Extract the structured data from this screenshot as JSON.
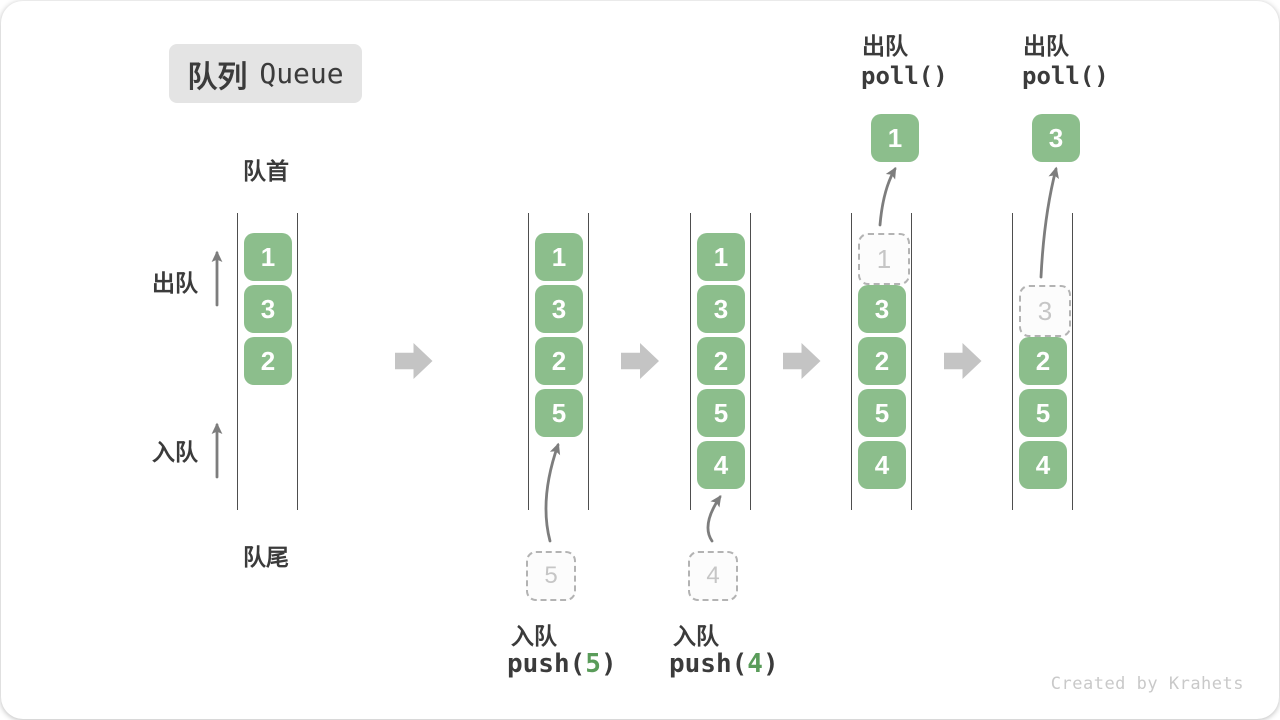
{
  "title": {
    "zh": "队列",
    "en": "Queue"
  },
  "side_labels": {
    "front": "队首",
    "rear": "队尾",
    "dequeue": "出队",
    "enqueue": "入队"
  },
  "watermark": "Created by Krahets",
  "colors": {
    "item_green": "#8cbe8c",
    "code_num_green": "#5a9c5a",
    "text_dark": "#3b3b3b",
    "line_dark": "#4e4e4e",
    "arrow_gray": "#7d7d7d",
    "block_arrow_gray": "#c4c4c4",
    "dashed_border": "#b3b3b3",
    "dashed_text": "#c6c6c6",
    "badge_bg": "#e4e4e4",
    "watermark_gray": "#c9c9c9"
  },
  "states": [
    {
      "id": "state-initial",
      "cells": [
        {
          "row": 0,
          "value": "1",
          "style": "solid"
        },
        {
          "row": 1,
          "value": "3",
          "style": "solid"
        },
        {
          "row": 2,
          "value": "2",
          "style": "solid"
        }
      ]
    },
    {
      "id": "state-after-push-5",
      "cells": [
        {
          "row": 0,
          "value": "1",
          "style": "solid"
        },
        {
          "row": 1,
          "value": "3",
          "style": "solid"
        },
        {
          "row": 2,
          "value": "2",
          "style": "solid"
        },
        {
          "row": 3,
          "value": "5",
          "style": "solid"
        }
      ],
      "incoming": {
        "value": "5",
        "label": "入队",
        "code": {
          "pre": "push(",
          "num": "5",
          "post": ")"
        }
      }
    },
    {
      "id": "state-after-push-4",
      "cells": [
        {
          "row": 0,
          "value": "1",
          "style": "solid"
        },
        {
          "row": 1,
          "value": "3",
          "style": "solid"
        },
        {
          "row": 2,
          "value": "2",
          "style": "solid"
        },
        {
          "row": 3,
          "value": "5",
          "style": "solid"
        },
        {
          "row": 4,
          "value": "4",
          "style": "solid"
        }
      ],
      "incoming": {
        "value": "4",
        "label": "入队",
        "code": {
          "pre": "push(",
          "num": "4",
          "post": ")"
        }
      }
    },
    {
      "id": "state-poll-1",
      "cells": [
        {
          "row": 0,
          "value": "1",
          "style": "dashed"
        },
        {
          "row": 1,
          "value": "3",
          "style": "solid"
        },
        {
          "row": 2,
          "value": "2",
          "style": "solid"
        },
        {
          "row": 3,
          "value": "5",
          "style": "solid"
        },
        {
          "row": 4,
          "value": "4",
          "style": "solid"
        }
      ],
      "outgoing": {
        "value": "1",
        "from_row": 0,
        "label": "出队",
        "code": "poll()"
      }
    },
    {
      "id": "state-poll-3",
      "cells": [
        {
          "row": 1,
          "value": "3",
          "style": "dashed"
        },
        {
          "row": 2,
          "value": "2",
          "style": "solid"
        },
        {
          "row": 3,
          "value": "5",
          "style": "solid"
        },
        {
          "row": 4,
          "value": "4",
          "style": "solid"
        }
      ],
      "outgoing": {
        "value": "3",
        "from_row": 1,
        "label": "出队",
        "code": "poll()"
      }
    }
  ]
}
